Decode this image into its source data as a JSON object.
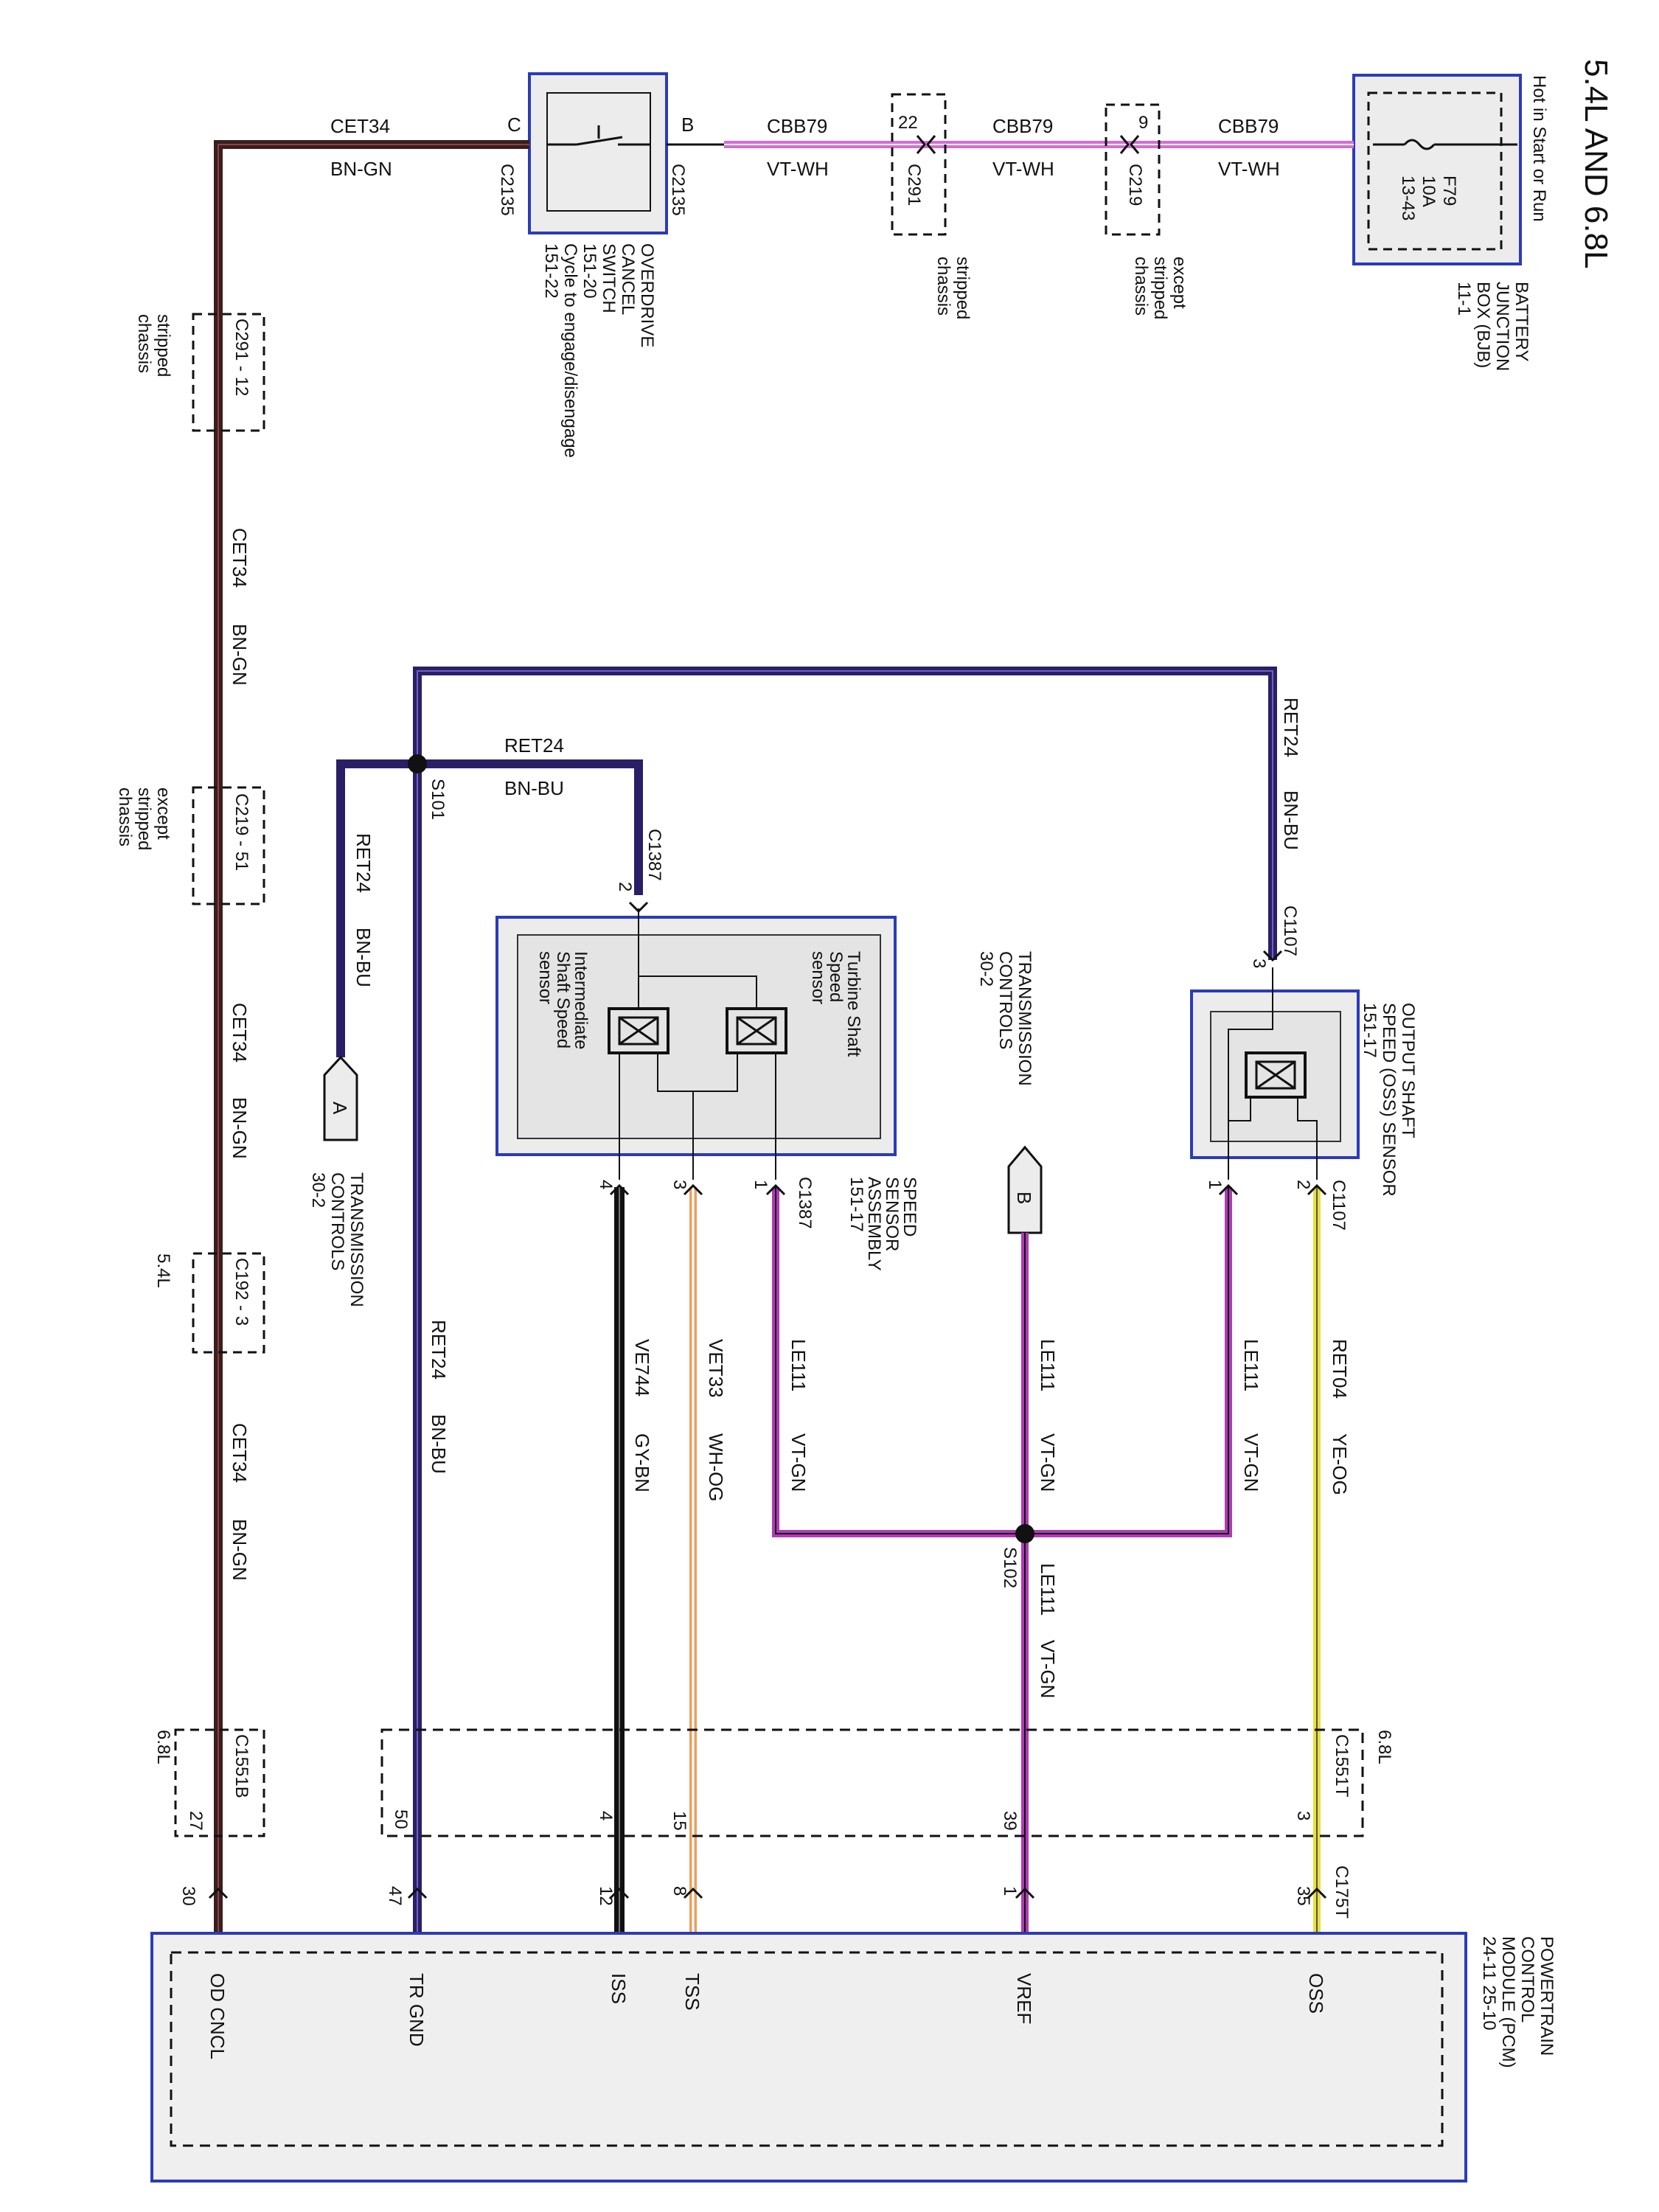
{
  "title": "5.4L AND 6.8L",
  "power": {
    "hot": "Hot in Start or Run",
    "bjb": [
      "BATTERY",
      "JUNCTION",
      "BOX (BJB)",
      "11-1"
    ],
    "fuse": [
      "F79",
      "10A",
      "13-43"
    ]
  },
  "ignition_feed": {
    "circuit": "CBB79",
    "color": "VT-WH",
    "c219": {
      "pin": "9",
      "name": "C219",
      "note": [
        "except",
        "stripped",
        "chassis"
      ]
    },
    "c291": {
      "pin": "22",
      "name": "C291",
      "note": [
        "stripped",
        "chassis"
      ]
    }
  },
  "od_switch": {
    "pin_b": "B",
    "pin_c": "C",
    "conn": "C2135",
    "label": [
      "OVERDRIVE",
      "CANCEL",
      "SWITCH",
      "151-20",
      "Cycle to engage/disengage",
      "151-22"
    ]
  },
  "od_circuit": {
    "circuit": "CET34",
    "color": "BN-GN",
    "c291": "C291 - 12",
    "c291_note": [
      "stripped",
      "chassis"
    ],
    "c219": "C219 - 51",
    "c219_note": [
      "except",
      "stripped",
      "chassis"
    ],
    "c192": "C192 - 3",
    "c192_note": "5.4L",
    "c1551b": "C1551B",
    "c1551b_pin": "27",
    "c1551b_note": "6.8L"
  },
  "ground": {
    "circuit": "RET24",
    "color": "BN-BU",
    "splice": "S101",
    "offpage_a": "A",
    "offpage_a_label": [
      "TRANSMISSION",
      "CONTROLS",
      "30-2"
    ],
    "c1551_pin": "50"
  },
  "speed_sensor": {
    "label": [
      "SPEED",
      "SENSOR",
      "ASSEMBLY",
      "151-17"
    ],
    "conn": "C1387",
    "turbine": [
      "Turbine Shaft",
      "Speed",
      "sensor"
    ],
    "intermediate": [
      "Intermediate",
      "Shaft Speed",
      "sensor"
    ],
    "pins": {
      "p1": "1",
      "p2": "2",
      "p3": "3",
      "p4": "4"
    }
  },
  "oss_sensor": {
    "label": [
      "OUTPUT SHAFT",
      "SPEED (OSS) SENSOR",
      "151-17"
    ],
    "conn": "C1107",
    "pins": {
      "p1": "1",
      "p2": "2",
      "p3": "3"
    }
  },
  "offpage_b": {
    "letter": "B",
    "label": [
      "TRANSMISSION",
      "CONTROLS",
      "30-2"
    ]
  },
  "wires": {
    "ve744": {
      "circuit": "VE744",
      "color": "GY-BN"
    },
    "vet33": {
      "circuit": "VET33",
      "color": "WH-OG"
    },
    "le111": {
      "circuit": "LE111",
      "color": "VT-GN"
    },
    "ret04": {
      "circuit": "RET04",
      "color": "YE-OG"
    },
    "splice_s102": "S102"
  },
  "c1551t": {
    "name": "C1551T",
    "note": "6.8L",
    "pins": [
      "4",
      "15",
      "39",
      "3"
    ]
  },
  "c175t": {
    "name": "C175T"
  },
  "pcm": {
    "label": [
      "POWERTRAIN",
      "CONTROL",
      "MODULE (PCM)",
      "24-11    25-10"
    ],
    "pins": {
      "od": "30",
      "trgnd": "47",
      "iss": "12",
      "tss": "8",
      "vref": "1",
      "oss": "35"
    },
    "signals": {
      "od": "OD CNCL",
      "trgnd": "TR GND",
      "iss": "ISS",
      "tss": "TSS",
      "vref": "VREF",
      "oss": "OSS"
    }
  },
  "colors": {
    "bn_gn": "#3a1e1e",
    "vt_wh": "#d66cd6",
    "bn_bu": "#2a1f66",
    "vt_gn": "#b03ab6",
    "ye_og": "#e8e040",
    "wh_og": "#e8a060",
    "gy_bn": "#111111",
    "module_blue": "#2b3bb8",
    "module_fill": "#efefef"
  }
}
